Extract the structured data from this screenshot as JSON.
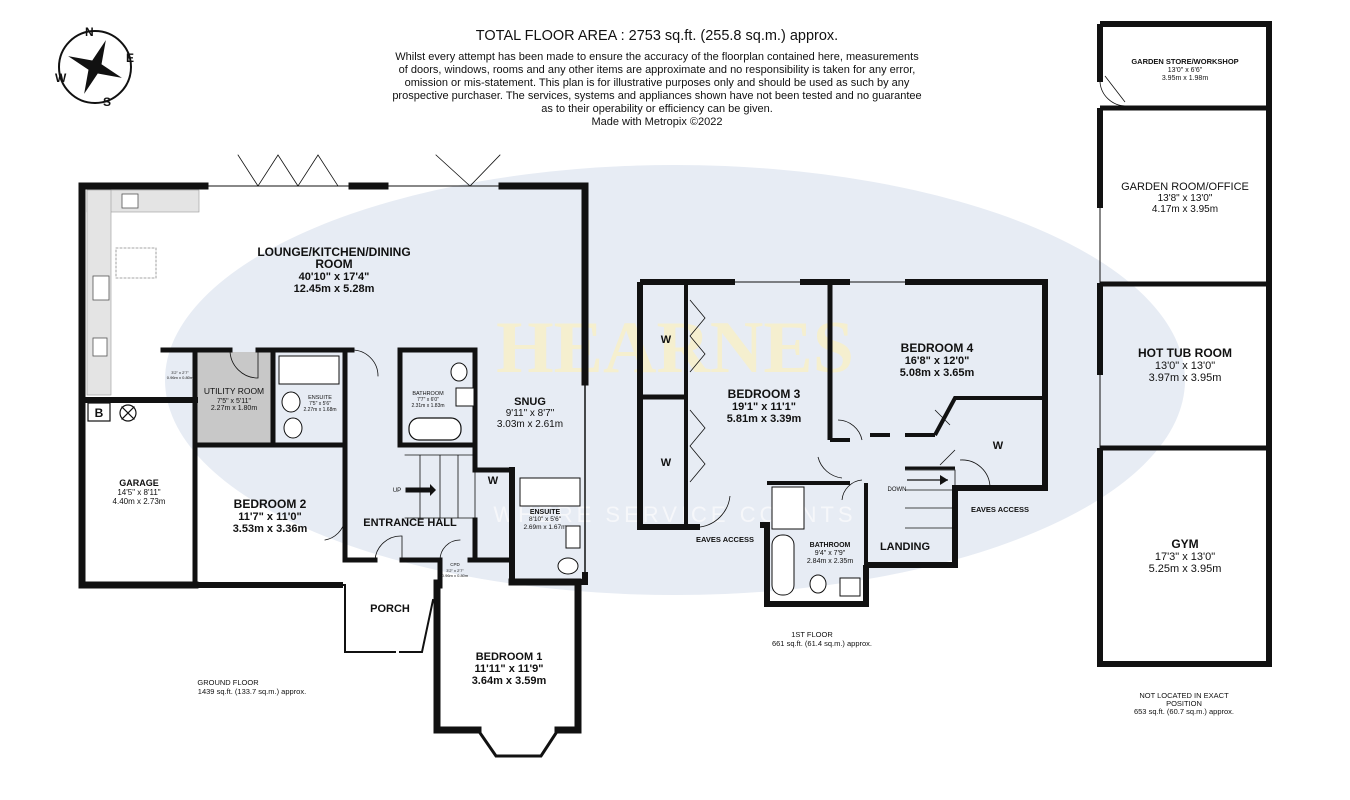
{
  "header": {
    "total_area": "TOTAL FLOOR AREA : 2753 sq.ft. (255.8 sq.m.) approx.",
    "disclaimer": [
      "Whilst every attempt has been made to ensure the accuracy of the floorplan contained here, measurements",
      "of doors, windows, rooms and any other items are approximate and no responsibility is taken for any error,",
      "omission or mis-statement. This plan is for illustrative purposes only and should be used as such by any",
      "prospective purchaser. The services, systems and appliances shown have not been tested and no guarantee",
      "as to their operability or efficiency can be given."
    ],
    "made_with": "Made with Metropix ©2022"
  },
  "compass": {
    "n": "N",
    "e": "E",
    "s": "S",
    "w": "W"
  },
  "watermark": {
    "brand": "HEARNES",
    "tagline": "WHERE SERVICE COUNTS"
  },
  "ground_floor": {
    "label": "GROUND FLOOR",
    "area": "1439 sq.ft. (133.7 sq.m.) approx.",
    "rooms": {
      "lounge": {
        "name1": "LOUNGE/KITCHEN/DINING",
        "name2": "ROOM",
        "imperial": "40'10\" x 17'4\"",
        "metric": "12.45m  x 5.28m"
      },
      "utility": {
        "name": "UTILITY ROOM",
        "imperial": "7'5\"  x 5'11\"",
        "metric": "2.27m  x 1.80m"
      },
      "ensuite_g": {
        "name": "ENSUITE",
        "imperial": "7'5\" x 5'6\"",
        "metric": "2.27m x 1.68m"
      },
      "bathroom_g": {
        "name": "BATHROOM",
        "imperial": "7'7\" x 6'0\"",
        "metric": "2.31m x 1.83m"
      },
      "snug": {
        "name": "SNUG",
        "imperial": "9'11\"  x 8'7\"",
        "metric": "3.03m  x 2.61m"
      },
      "garage": {
        "name": "GARAGE",
        "imperial": "14'5\"  x 8'11\"",
        "metric": "4.40m  x 2.73m"
      },
      "bedroom2": {
        "name": "BEDROOM 2",
        "imperial": "11'7\"  x 11'0\"",
        "metric": "3.53m  x 3.36m"
      },
      "entrance": {
        "name": "ENTRANCE HALL"
      },
      "ensuite_b1": {
        "name": "ENSUITE",
        "imperial": "8'10\"  x 5'6\"",
        "metric": "2.69m  x 1.67m"
      },
      "porch": {
        "name": "PORCH"
      },
      "bedroom1": {
        "name": "BEDROOM 1",
        "imperial": "11'11\"  x 11'9\"",
        "metric": "3.64m  x 3.59m"
      },
      "cpd": {
        "name": "CPD",
        "imperial": "3'2\" x 2'7\"",
        "metric": "0.96m x 0.80m"
      },
      "small_dim": {
        "imperial": "3'2\" x 2'7\"",
        "metric": "0.96m x 0.80m"
      }
    },
    "symbols": {
      "boiler": "B",
      "up": "UP",
      "wardrobe": "W"
    }
  },
  "first_floor": {
    "label": "1ST FLOOR",
    "area": "661 sq.ft. (61.4 sq.m.) approx.",
    "rooms": {
      "bedroom3": {
        "name": "BEDROOM 3",
        "imperial": "19'1\"  x 11'1\"",
        "metric": "5.81m  x 3.39m"
      },
      "bedroom4": {
        "name": "BEDROOM 4",
        "imperial": "16'8\"  x 12'0\"",
        "metric": "5.08m  x 3.65m"
      },
      "bathroom": {
        "name": "BATHROOM",
        "imperial": "9'4\"  x 7'9\"",
        "metric": "2.84m  x 2.35m"
      },
      "landing": {
        "name": "LANDING"
      },
      "eaves_left": {
        "name": "EAVES ACCESS"
      },
      "eaves_right": {
        "name": "EAVES ACCESS"
      }
    },
    "symbols": {
      "down": "DOWN",
      "wardrobe": "W"
    }
  },
  "outbuilding": {
    "rooms": {
      "store": {
        "name": "GARDEN STORE/WORKSHOP",
        "imperial": "13'0\"  x 6'6\"",
        "metric": "3.95m  x 1.98m"
      },
      "office": {
        "name": "GARDEN ROOM/OFFICE",
        "imperial": "13'8\"  x 13'0\"",
        "metric": "4.17m  x 3.95m"
      },
      "hottub": {
        "name": "HOT TUB ROOM",
        "imperial": "13'0\"  x 13'0\"",
        "metric": "3.97m  x 3.95m"
      },
      "gym": {
        "name": "GYM",
        "imperial": "17'3\"  x 13'0\"",
        "metric": "5.25m  x 3.95m"
      }
    },
    "note1": "NOT LOCATED IN EXACT",
    "note2": "POSITION",
    "area": "653 sq.ft. (60.7 sq.m.) approx."
  }
}
